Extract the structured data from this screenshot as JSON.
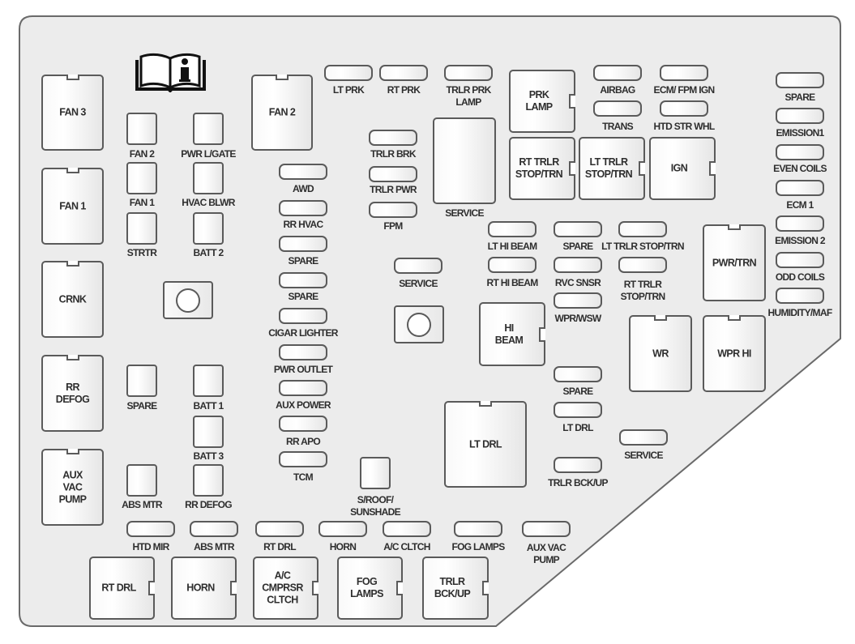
{
  "diagram": {
    "info_icon": "owner-manual-info-icon",
    "colors": {
      "panel_fill": "#ececec",
      "outline": "#5a5a5a",
      "text": "#2e2e2e"
    },
    "relays": [
      {
        "label": "FAN 3"
      },
      {
        "label": "FAN 1"
      },
      {
        "label": "CRNK"
      },
      {
        "label": "RR\nDEFOG"
      },
      {
        "label": "AUX\nVAC\nPUMP"
      },
      {
        "label": "FAN 2"
      },
      {
        "label": "PWR/TRN"
      },
      {
        "label": "WR"
      },
      {
        "label": "WPR HI"
      },
      {
        "label": "LT DRL"
      },
      {
        "label": "PRK\nLAMP"
      },
      {
        "label": "RT TRLR\nSTOP/TRN"
      },
      {
        "label": "LT TRLR\nSTOP/TRN"
      },
      {
        "label": "IGN"
      },
      {
        "label": "HI\nBEAM"
      },
      {
        "label": "RT DRL"
      },
      {
        "label": "HORN"
      },
      {
        "label": "A/C\nCMPRSR\nCLTCH"
      },
      {
        "label": "FOG\nLAMPS"
      },
      {
        "label": "TRLR\nBCK/UP"
      },
      {
        "label": "SERVICE"
      }
    ],
    "mini_fuses": [
      {
        "label": "FAN 2"
      },
      {
        "label": "PWR L/GATE"
      },
      {
        "label": "FAN 1"
      },
      {
        "label": "HVAC BLWR"
      },
      {
        "label": "STRTR"
      },
      {
        "label": "BATT 2"
      },
      {
        "label": "SPARE"
      },
      {
        "label": "BATT 1"
      },
      {
        "label": "BATT 3"
      },
      {
        "label": "ABS MTR"
      },
      {
        "label": "RR DEFOG"
      },
      {
        "label": "S/ROOF/\nSUNSHADE"
      }
    ],
    "flat_fuses": [
      {
        "label": "LT PRK"
      },
      {
        "label": "RT PRK"
      },
      {
        "label": "TRLR PRK\nLAMP"
      },
      {
        "label": "AIRBAG"
      },
      {
        "label": "ECM/ FPM IGN"
      },
      {
        "label": "TRANS"
      },
      {
        "label": "HTD STR WHL"
      },
      {
        "label": "SPARE"
      },
      {
        "label": "EMISSION1"
      },
      {
        "label": "EVEN COILS"
      },
      {
        "label": "ECM 1"
      },
      {
        "label": "EMISSION 2"
      },
      {
        "label": "ODD COILS"
      },
      {
        "label": "HUMIDITY/MAF"
      },
      {
        "label": "TRLR BRK"
      },
      {
        "label": "TRLR PWR"
      },
      {
        "label": "FPM"
      },
      {
        "label": "AWD"
      },
      {
        "label": "RR HVAC"
      },
      {
        "label": "SPARE"
      },
      {
        "label": "SPARE"
      },
      {
        "label": "CIGAR LIGHTER"
      },
      {
        "label": "PWR OUTLET"
      },
      {
        "label": "AUX POWER"
      },
      {
        "label": "RR APO"
      },
      {
        "label": "TCM"
      },
      {
        "label": "SERVICE"
      },
      {
        "label": "LT HI BEAM"
      },
      {
        "label": "SPARE"
      },
      {
        "label": "LT TRLR STOP/TRN"
      },
      {
        "label": "RT HI BEAM"
      },
      {
        "label": "RVC SNSR"
      },
      {
        "label": "RT TRLR\nSTOP/TRN"
      },
      {
        "label": "WPR/WSW"
      },
      {
        "label": "SPARE"
      },
      {
        "label": "LT DRL"
      },
      {
        "label": "SERVICE"
      },
      {
        "label": "TRLR BCK/UP"
      },
      {
        "label": "HTD MIR"
      },
      {
        "label": "ABS MTR"
      },
      {
        "label": "RT DRL"
      },
      {
        "label": "HORN"
      },
      {
        "label": "A/C CLTCH"
      },
      {
        "label": "FOG LAMPS"
      },
      {
        "label": "AUX VAC\nPUMP"
      }
    ]
  }
}
